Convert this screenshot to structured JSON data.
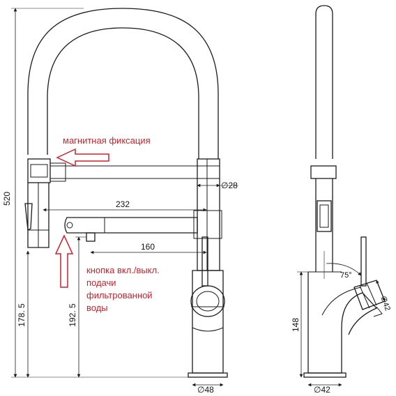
{
  "annotations": {
    "magnetic": "магнитная фиксация",
    "button_line1": "кнопка вкл./выкл.",
    "button_line2": "подачи",
    "button_line3": "фильтрованной",
    "button_line4": "воды"
  },
  "dimensions": {
    "height_total": "520",
    "spout_reach": "232",
    "filter_reach": "160",
    "height_1785": "178. 5",
    "height_1925": "192. 5",
    "pipe_d": "∅28",
    "base_d": "∅48",
    "side_height": "148",
    "angle": "75°",
    "handle_d": "∅42",
    "side_base_d": "∅42"
  },
  "colors": {
    "line": "#1a1a1a",
    "accent": "#d0202a"
  }
}
